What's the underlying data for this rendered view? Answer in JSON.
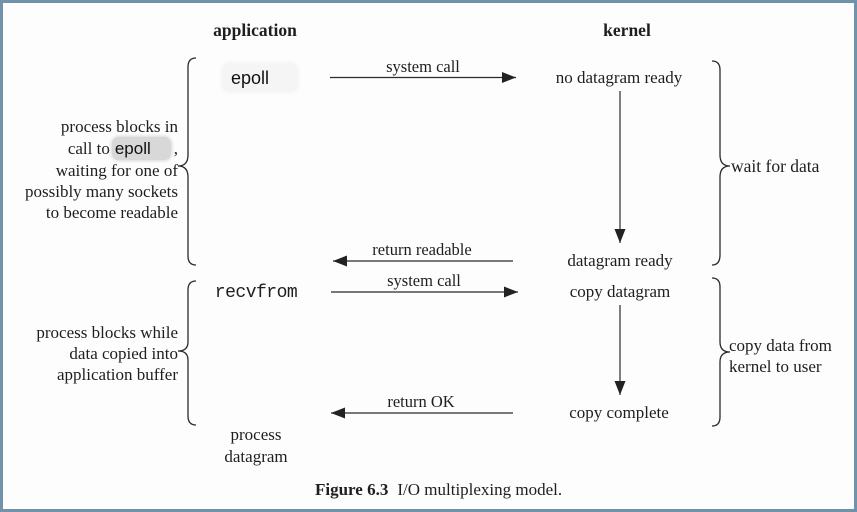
{
  "figure": {
    "columns": {
      "left_header": "application",
      "right_header": "kernel"
    },
    "app_column": {
      "epoll_label": "epoll",
      "recvfrom_label": "recvfrom",
      "process_line1": "process",
      "process_line2": "datagram"
    },
    "kernel_column": {
      "no_datagram_ready": "no datagram ready",
      "datagram_ready": "datagram ready",
      "copy_datagram": "copy datagram",
      "copy_complete": "copy complete"
    },
    "arrow_labels": {
      "syscall_top": "system call",
      "return_readable": "return readable",
      "syscall_bottom": "system call",
      "return_ok": "return OK"
    },
    "left_notes": {
      "block1": {
        "line1": "process blocks in",
        "line2_pre": "call to",
        "line2_code": "epoll",
        "line2_post": ",",
        "line3": "waiting for one of",
        "line4": "possibly many sockets",
        "line5": "to become readable"
      },
      "block2": {
        "line1": "process blocks while",
        "line2": "data copied into",
        "line3": "application buffer"
      }
    },
    "right_notes": {
      "wait": "wait for data",
      "copy_line1": "copy data from",
      "copy_line2": "kernel to user"
    },
    "caption": {
      "label": "Figure 6.3",
      "text": "I/O multiplexing model."
    },
    "colors": {
      "border": "#7093ab",
      "ink": "#1e1e1e",
      "patch_gray": "#d8d8d8",
      "patch_light": "#f5f5f5"
    }
  }
}
